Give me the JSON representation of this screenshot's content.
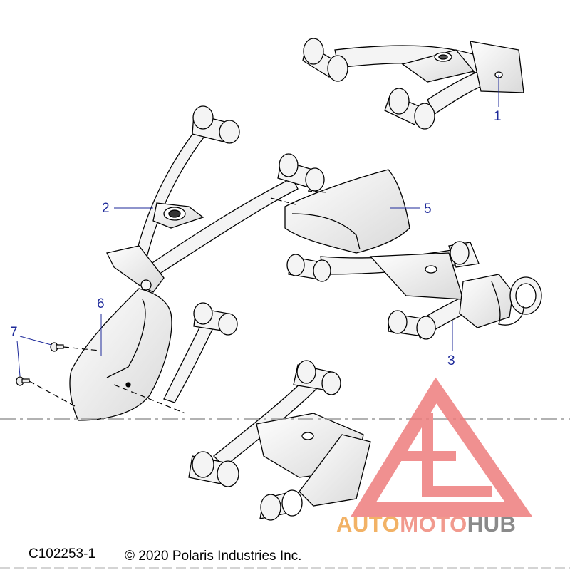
{
  "callouts": [
    {
      "id": "1",
      "label": "1"
    },
    {
      "id": "2",
      "label": "2"
    },
    {
      "id": "3",
      "label": "3"
    },
    {
      "id": "5",
      "label": "5"
    },
    {
      "id": "6",
      "label": "6"
    },
    {
      "id": "7",
      "label": "7"
    }
  ],
  "footer": {
    "code": "C102253-1",
    "copyright": "© 2020 Polaris Industries Inc."
  },
  "watermark": {
    "part1": "AUTO",
    "part2": "MOTO",
    "part3": "HUB",
    "colors": {
      "part1": "#f2b266",
      "part2": "#f19a8e",
      "part3": "#8a8a8a",
      "logo": "#ee7d7d"
    }
  },
  "colors": {
    "callout": "#1e2a9a",
    "line": "#000000",
    "part_fill": "#f2f2f2"
  }
}
